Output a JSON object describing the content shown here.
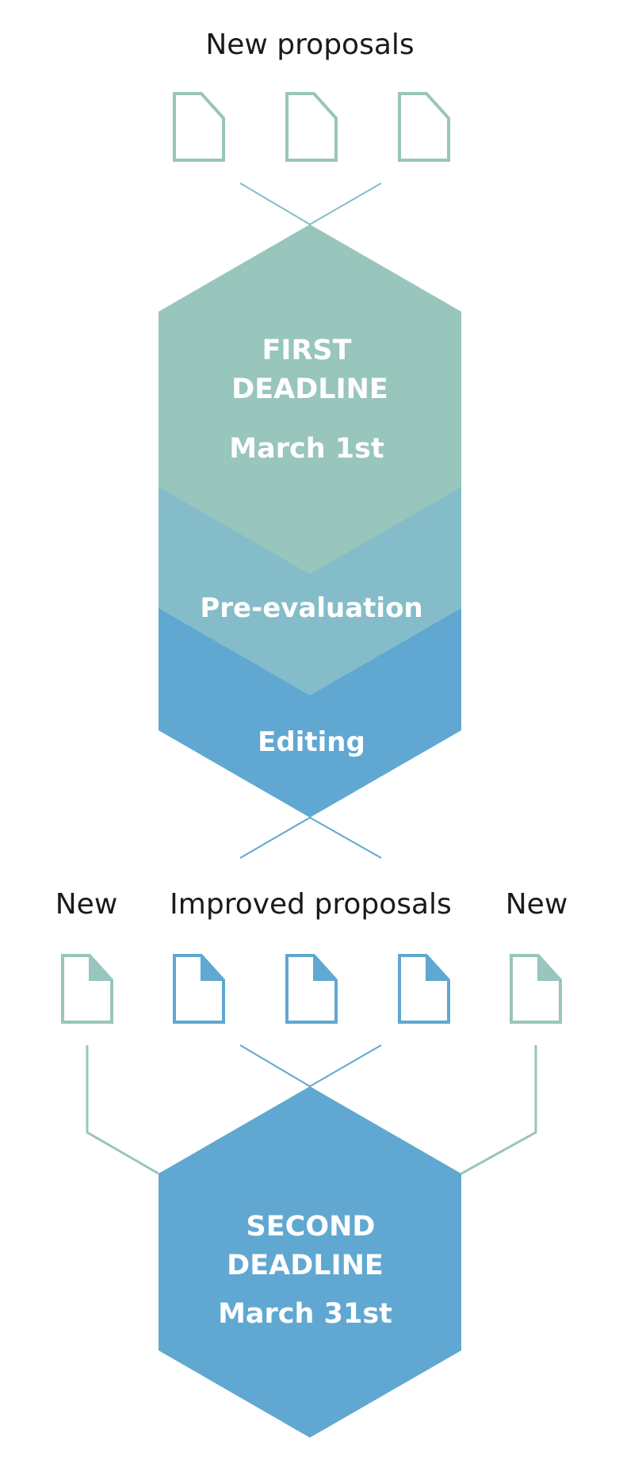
{
  "colors": {
    "green": "#98c5bc",
    "teal": "#84bdc9",
    "blue": "#60a8d1",
    "text": "#1a1a1a",
    "white": "#ffffff"
  },
  "labels": {
    "new_proposals": "New proposals",
    "first_deadline_line1": "FIRST",
    "first_deadline_line2": "DEADLINE",
    "first_deadline_date": "March 1st",
    "pre_evaluation": "Pre-evaluation",
    "editing": "Editing",
    "new_left": "New",
    "improved_proposals": "Improved proposals",
    "new_right": "New",
    "second_deadline_line1": "SECOND",
    "second_deadline_line2": "DEADLINE",
    "second_deadline_date": "March 31st"
  },
  "icons": {
    "top_row": [
      "document-icon",
      "document-icon",
      "document-icon"
    ],
    "bottom_row": [
      "document-icon",
      "document-icon",
      "document-icon",
      "document-icon",
      "document-icon"
    ]
  }
}
